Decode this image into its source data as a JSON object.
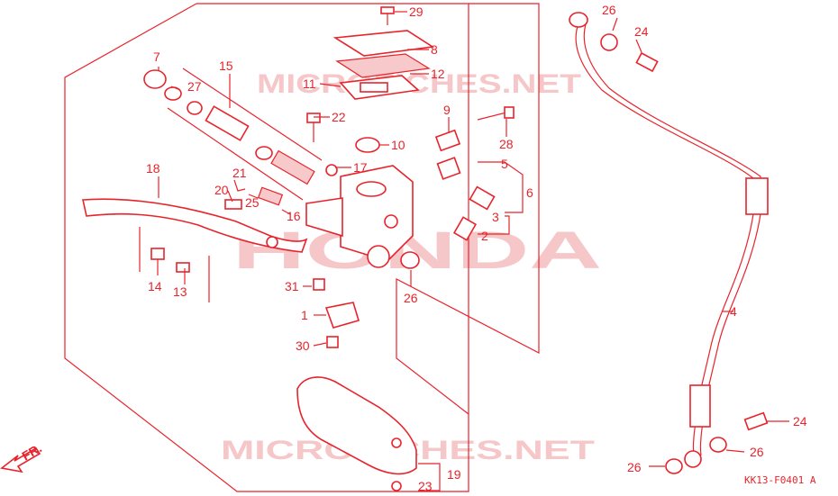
{
  "watermarks": {
    "brand": "HONDA",
    "site_top": "MICROFICHES.NET",
    "site_bottom": "MICROFICHES.NET"
  },
  "direction_marker": "FR.",
  "diagram_code": "KK13-F0401 A",
  "callouts": {
    "n1": "1",
    "n2": "2",
    "n3": "3",
    "n4": "4",
    "n5": "5",
    "n6": "6",
    "n7": "7",
    "n8": "8",
    "n9": "9",
    "n10": "10",
    "n11": "11",
    "n12": "12",
    "n13": "13",
    "n14": "14",
    "n15": "15",
    "n16": "16",
    "n17": "17",
    "n18": "18",
    "n19": "19",
    "n20": "20",
    "n21": "21",
    "n22": "22",
    "n23": "23",
    "n24a": "24",
    "n24b": "24",
    "n25": "25",
    "n26a": "26",
    "n26b": "26",
    "n26c": "26",
    "n26d": "26",
    "n27": "27",
    "n28": "28",
    "n29": "29",
    "n30": "30",
    "n31": "31"
  },
  "colors": {
    "line": "#e8232b",
    "watermark": "#f6c7c9",
    "background": "#ffffff"
  }
}
